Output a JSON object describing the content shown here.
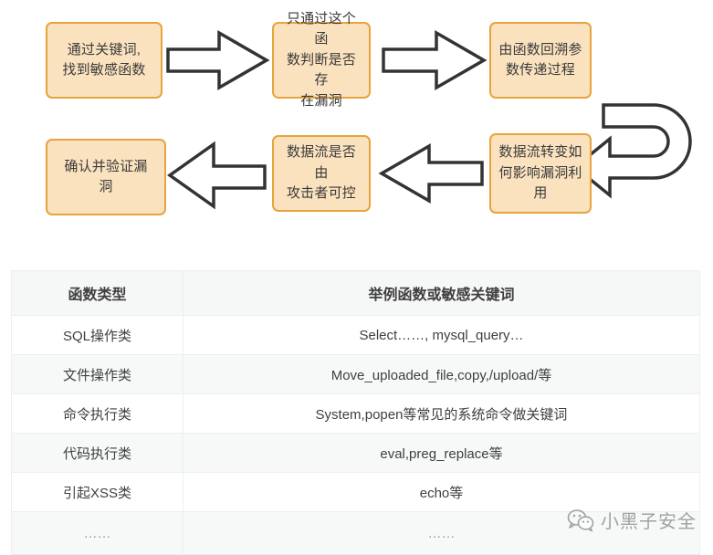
{
  "flowchart": {
    "boxes": [
      {
        "id": "step-1",
        "lines": [
          "通过关键词,",
          "找到敏感函数"
        ]
      },
      {
        "id": "step-2",
        "lines": [
          "只通过这个函",
          "数判断是否存",
          "在漏洞"
        ]
      },
      {
        "id": "step-3",
        "lines": [
          "由函数回溯参",
          "数传递过程"
        ]
      },
      {
        "id": "step-4",
        "lines": [
          "数据流转变如",
          "何影响漏洞利",
          "用"
        ]
      },
      {
        "id": "step-5",
        "lines": [
          "数据流是否由",
          "攻击者可控"
        ]
      },
      {
        "id": "step-6",
        "lines": [
          "确认并验证漏",
          "洞"
        ]
      }
    ],
    "arrows": [
      {
        "name": "arrow-step1-to-step2",
        "direction": "right"
      },
      {
        "name": "arrow-step2-to-step3",
        "direction": "right"
      },
      {
        "name": "arrow-step3-to-step4",
        "direction": "u-turn-down-left"
      },
      {
        "name": "arrow-step4-to-step5",
        "direction": "left"
      },
      {
        "name": "arrow-step5-to-step6",
        "direction": "left"
      }
    ],
    "colors": {
      "box_fill": "#fae2bf",
      "box_border": "#e8a33d",
      "arrow_fill": "#ffffff",
      "arrow_stroke": "#333333",
      "text": "#3a3a3a"
    }
  },
  "table": {
    "headers": [
      "函数类型",
      "举例函数或敏感关键词"
    ],
    "rows": [
      {
        "type": "SQL操作类",
        "examples": "Select……, mysql_query…"
      },
      {
        "type": "文件操作类",
        "examples": "Move_uploaded_file,copy,/upload/等"
      },
      {
        "type": "命令执行类",
        "examples": "System,popen等常见的系统命令做关键词"
      },
      {
        "type": "代码执行类",
        "examples": "eval,preg_replace等"
      },
      {
        "type": "引起XSS类",
        "examples": "echo等"
      },
      {
        "type": "……",
        "examples": "……"
      }
    ],
    "colors": {
      "header_bg": "#f6f7f7",
      "stripe_bg": "#f7f8f8",
      "row_bg": "#ffffff",
      "border": "#eceeef"
    }
  },
  "watermark": {
    "text": "小黑子安全",
    "icon": "wechat-icon"
  }
}
